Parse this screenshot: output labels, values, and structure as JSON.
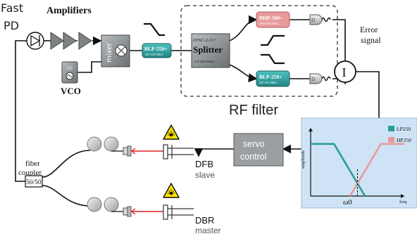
{
  "labels": {
    "fast_pd": [
      "Fast",
      "PD"
    ],
    "amplifiers": "Amplifiers",
    "lo": "LO",
    "vco": "VCO",
    "mixer": "mixer",
    "blp550": "BLP-550+",
    "blp550_range": "(DC-520 MHz)",
    "splitter_part": "ZFSC-2-11+",
    "splitter": "Splitter",
    "splitter_range": "(10-2000 MHz)",
    "bhp300": "BHP-300+",
    "bhp300_range": "(290-5000 MHz)",
    "blp250": "BLP-250+",
    "blp250_range": "(DC-225 MHz)",
    "detector": "D",
    "intensity_symbol": "I",
    "error_signal": [
      "Error",
      "signal"
    ],
    "rf_filter": "RF filter",
    "servo_control": [
      "servo",
      "control"
    ],
    "fiber_coupler": [
      "fiber",
      "coupler"
    ],
    "coupler_ratio": "50/50",
    "dfb": "DFB",
    "dfb_role": "slave",
    "dbr": "DBR",
    "dbr_role": "master"
  },
  "colors": {
    "filter_teal": "#2a9d9b",
    "hp_pink": "#e89b9b",
    "inset_bg": "#cfe3f6",
    "laser_red": "#e62020",
    "warning_yellow": "#ffe100",
    "amp_gray": "#7d8385"
  },
  "icons": [
    "photodiode-icon",
    "amplifier-icon",
    "oscillator-icon",
    "mixer-icon",
    "lowpass-icon",
    "highpass-icon",
    "detector-icon",
    "current-meter-icon",
    "fiber-spool-icon",
    "fiber-connector-icon",
    "laser-warning-icon"
  ],
  "chart_data": {
    "type": "line",
    "title": "",
    "xlabel": "freq",
    "ylabel": "amplitude",
    "x_tick_label": "ω0",
    "legend": [
      "LP250",
      "HP250"
    ],
    "legend_placement": "top-right",
    "grid": false,
    "series": [
      {
        "name": "LP250",
        "x": [
          0,
          0.25,
          0.58
        ],
        "y": [
          1.0,
          1.0,
          0.0
        ]
      },
      {
        "name": "HP250",
        "x": [
          0.42,
          0.75,
          1.0
        ],
        "y": [
          0.0,
          1.0,
          1.0
        ]
      }
    ],
    "crossing_x": 0.5,
    "xlim": [
      0,
      1
    ],
    "ylim": [
      0,
      1.2
    ]
  }
}
